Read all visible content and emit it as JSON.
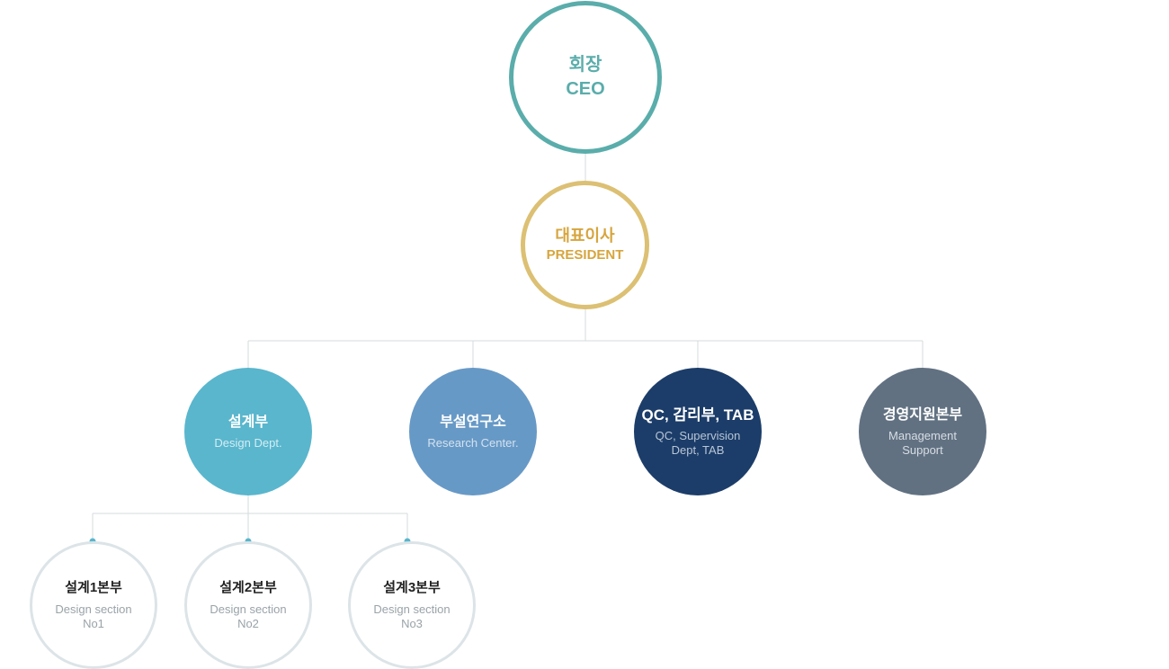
{
  "org_chart": {
    "ceo": {
      "ko": "회장",
      "en": "CEO"
    },
    "president": {
      "ko": "대표이사",
      "en": "PRESIDENT"
    },
    "departments": [
      {
        "ko": "설계부",
        "en": "Design Dept."
      },
      {
        "ko": "부설연구소",
        "en": "Research Center."
      },
      {
        "ko": "QC, 감리부, TAB",
        "en": "QC, Supervision\nDept, TAB"
      },
      {
        "ko": "경영지원본부",
        "en": "Management\nSupport"
      }
    ],
    "sections": [
      {
        "ko": "설계1본부",
        "en": "Design section\nNo1"
      },
      {
        "ko": "설계2본부",
        "en": "Design section\nNo2"
      },
      {
        "ko": "설계3본부",
        "en": "Design section\nNo3"
      }
    ]
  },
  "colors": {
    "ceo": "#5aadab",
    "president": "#dcc073",
    "design_dept": "#59b6cd",
    "research_center": "#6799c6",
    "qc_dept": "#1c3d69",
    "management": "#617182",
    "section_border": "#dce4e7",
    "connector": "#d5dbde",
    "dot": "#59b6cd"
  }
}
